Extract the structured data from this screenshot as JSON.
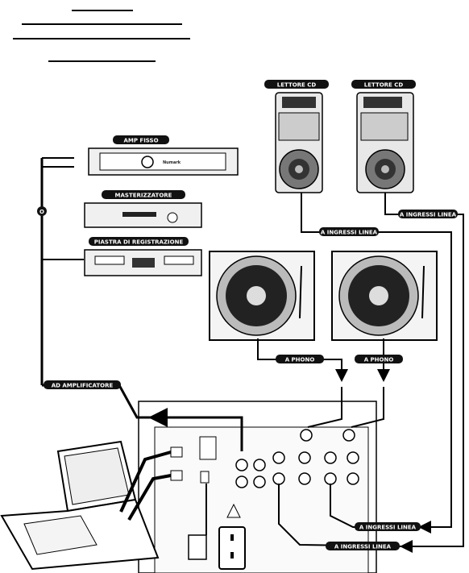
{
  "labels": {
    "cd1": "LETTORE CD",
    "cd2": "LETTORE CD",
    "amp": "AMP FISSO",
    "burner": "MASTERIZZATORE",
    "tape": "PIASTRA DI REGISTRAZIONE",
    "line_in_top1": "A INGRESSI  LINEA",
    "line_in_top2": "A INGRESSI  LINEA",
    "phono1": "A PHONO",
    "phono2": "A PHONO",
    "to_amp": "AD AMPLIFICATORE",
    "line_in_bot1": "A INGRESSI  LINEA",
    "line_in_bot2": "A INGRESSI  LINEA",
    "or_symbol": "O"
  },
  "brand": "Numark"
}
